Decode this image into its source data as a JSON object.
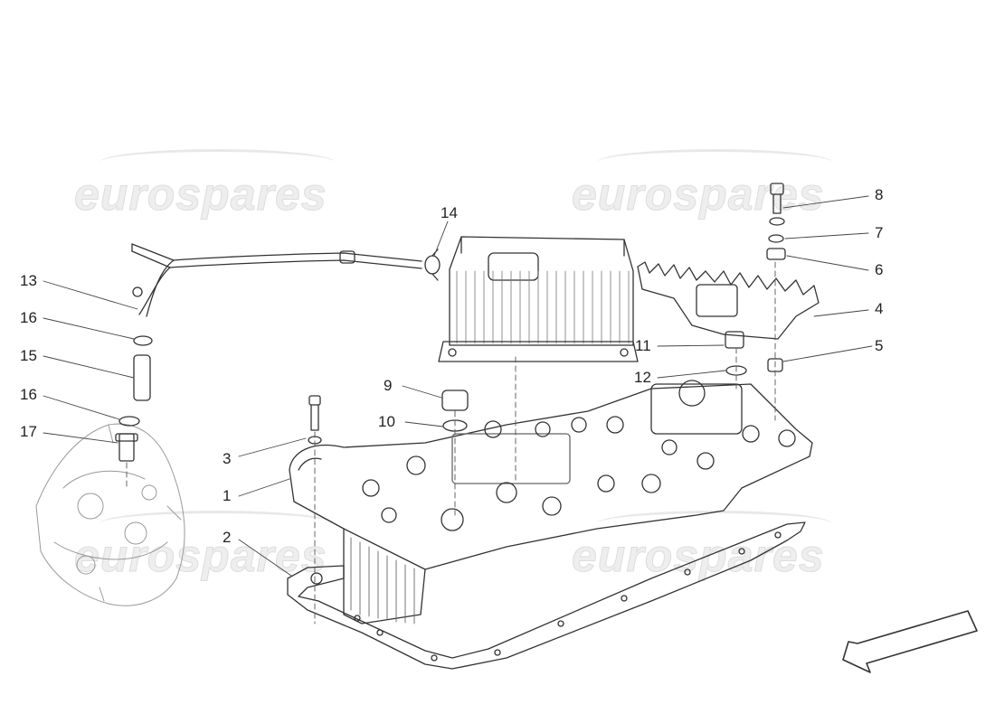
{
  "diagram": {
    "watermark_text": "eurospares",
    "callouts": [
      "1",
      "2",
      "3",
      "4",
      "5",
      "6",
      "7",
      "8",
      "9",
      "10",
      "11",
      "12",
      "13",
      "14",
      "15",
      "16",
      "16",
      "17"
    ]
  }
}
